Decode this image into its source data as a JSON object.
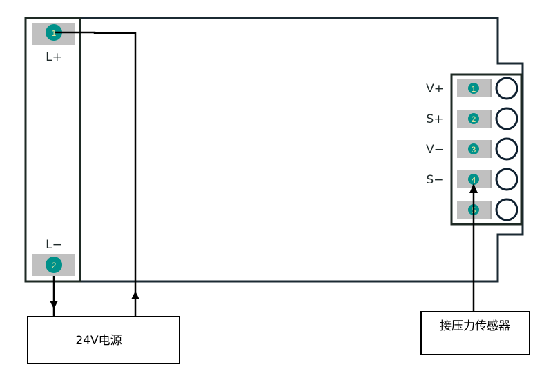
{
  "left_terminal": {
    "pins": [
      {
        "number": "1",
        "label": "L+"
      },
      {
        "number": "2",
        "label": "L−"
      }
    ]
  },
  "right_terminal": {
    "pins": [
      {
        "number": "1",
        "label": "V+"
      },
      {
        "number": "2",
        "label": "S+"
      },
      {
        "number": "3",
        "label": "V−"
      },
      {
        "number": "4",
        "label": "S−"
      },
      {
        "number": "5",
        "label": ""
      }
    ]
  },
  "power_box": {
    "label": "24V电源"
  },
  "sensor_box": {
    "label": "接压力传感器"
  },
  "colors": {
    "pin": "#00918a",
    "pin_bg": "#c0c0c0",
    "outline": "#1b2a33"
  }
}
